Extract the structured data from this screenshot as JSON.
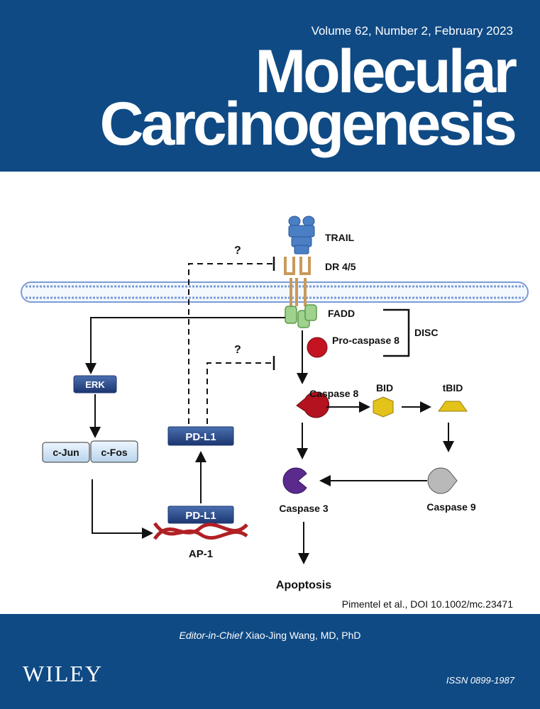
{
  "cover": {
    "volume_line": "Volume 62, Number 2, February 2023",
    "title_line1": "Molecular",
    "title_line2": "Carcinogenesis",
    "citation": "Pimentel et al., DOI 10.1002/mc.23471",
    "editor_label": "Editor-in-Chief",
    "editor_name": "Xiao-Jing Wang, MD, PhD",
    "publisher": "WILEY",
    "issn": "ISSN 0899-1987"
  },
  "figure": {
    "labels": {
      "trail": "TRAIL",
      "dr": "DR 4/5",
      "fadd": "FADD",
      "procaspase8": "Pro-caspase 8",
      "disc": "DISC",
      "question1": "?",
      "question2": "?",
      "erk": "ERK",
      "cjun": "c-Jun",
      "cfos": "c-Fos",
      "pdl1_upper": "PD-L1",
      "pdl1_gene": "PD-L1",
      "ap1": "AP-1",
      "caspase8": "Caspase 8",
      "bid": "BID",
      "tbid": "tBID",
      "caspase3": "Caspase 3",
      "caspase9": "Caspase 9",
      "apoptosis": "Apoptosis"
    }
  },
  "colors": {
    "brand_blue": "#0f4a84",
    "caspase8": "#b3121e",
    "caspase3": "#5a2a8c",
    "bid": "#e3c21a",
    "fadd": "#9ed28e",
    "trail": "#4a7fc6"
  }
}
